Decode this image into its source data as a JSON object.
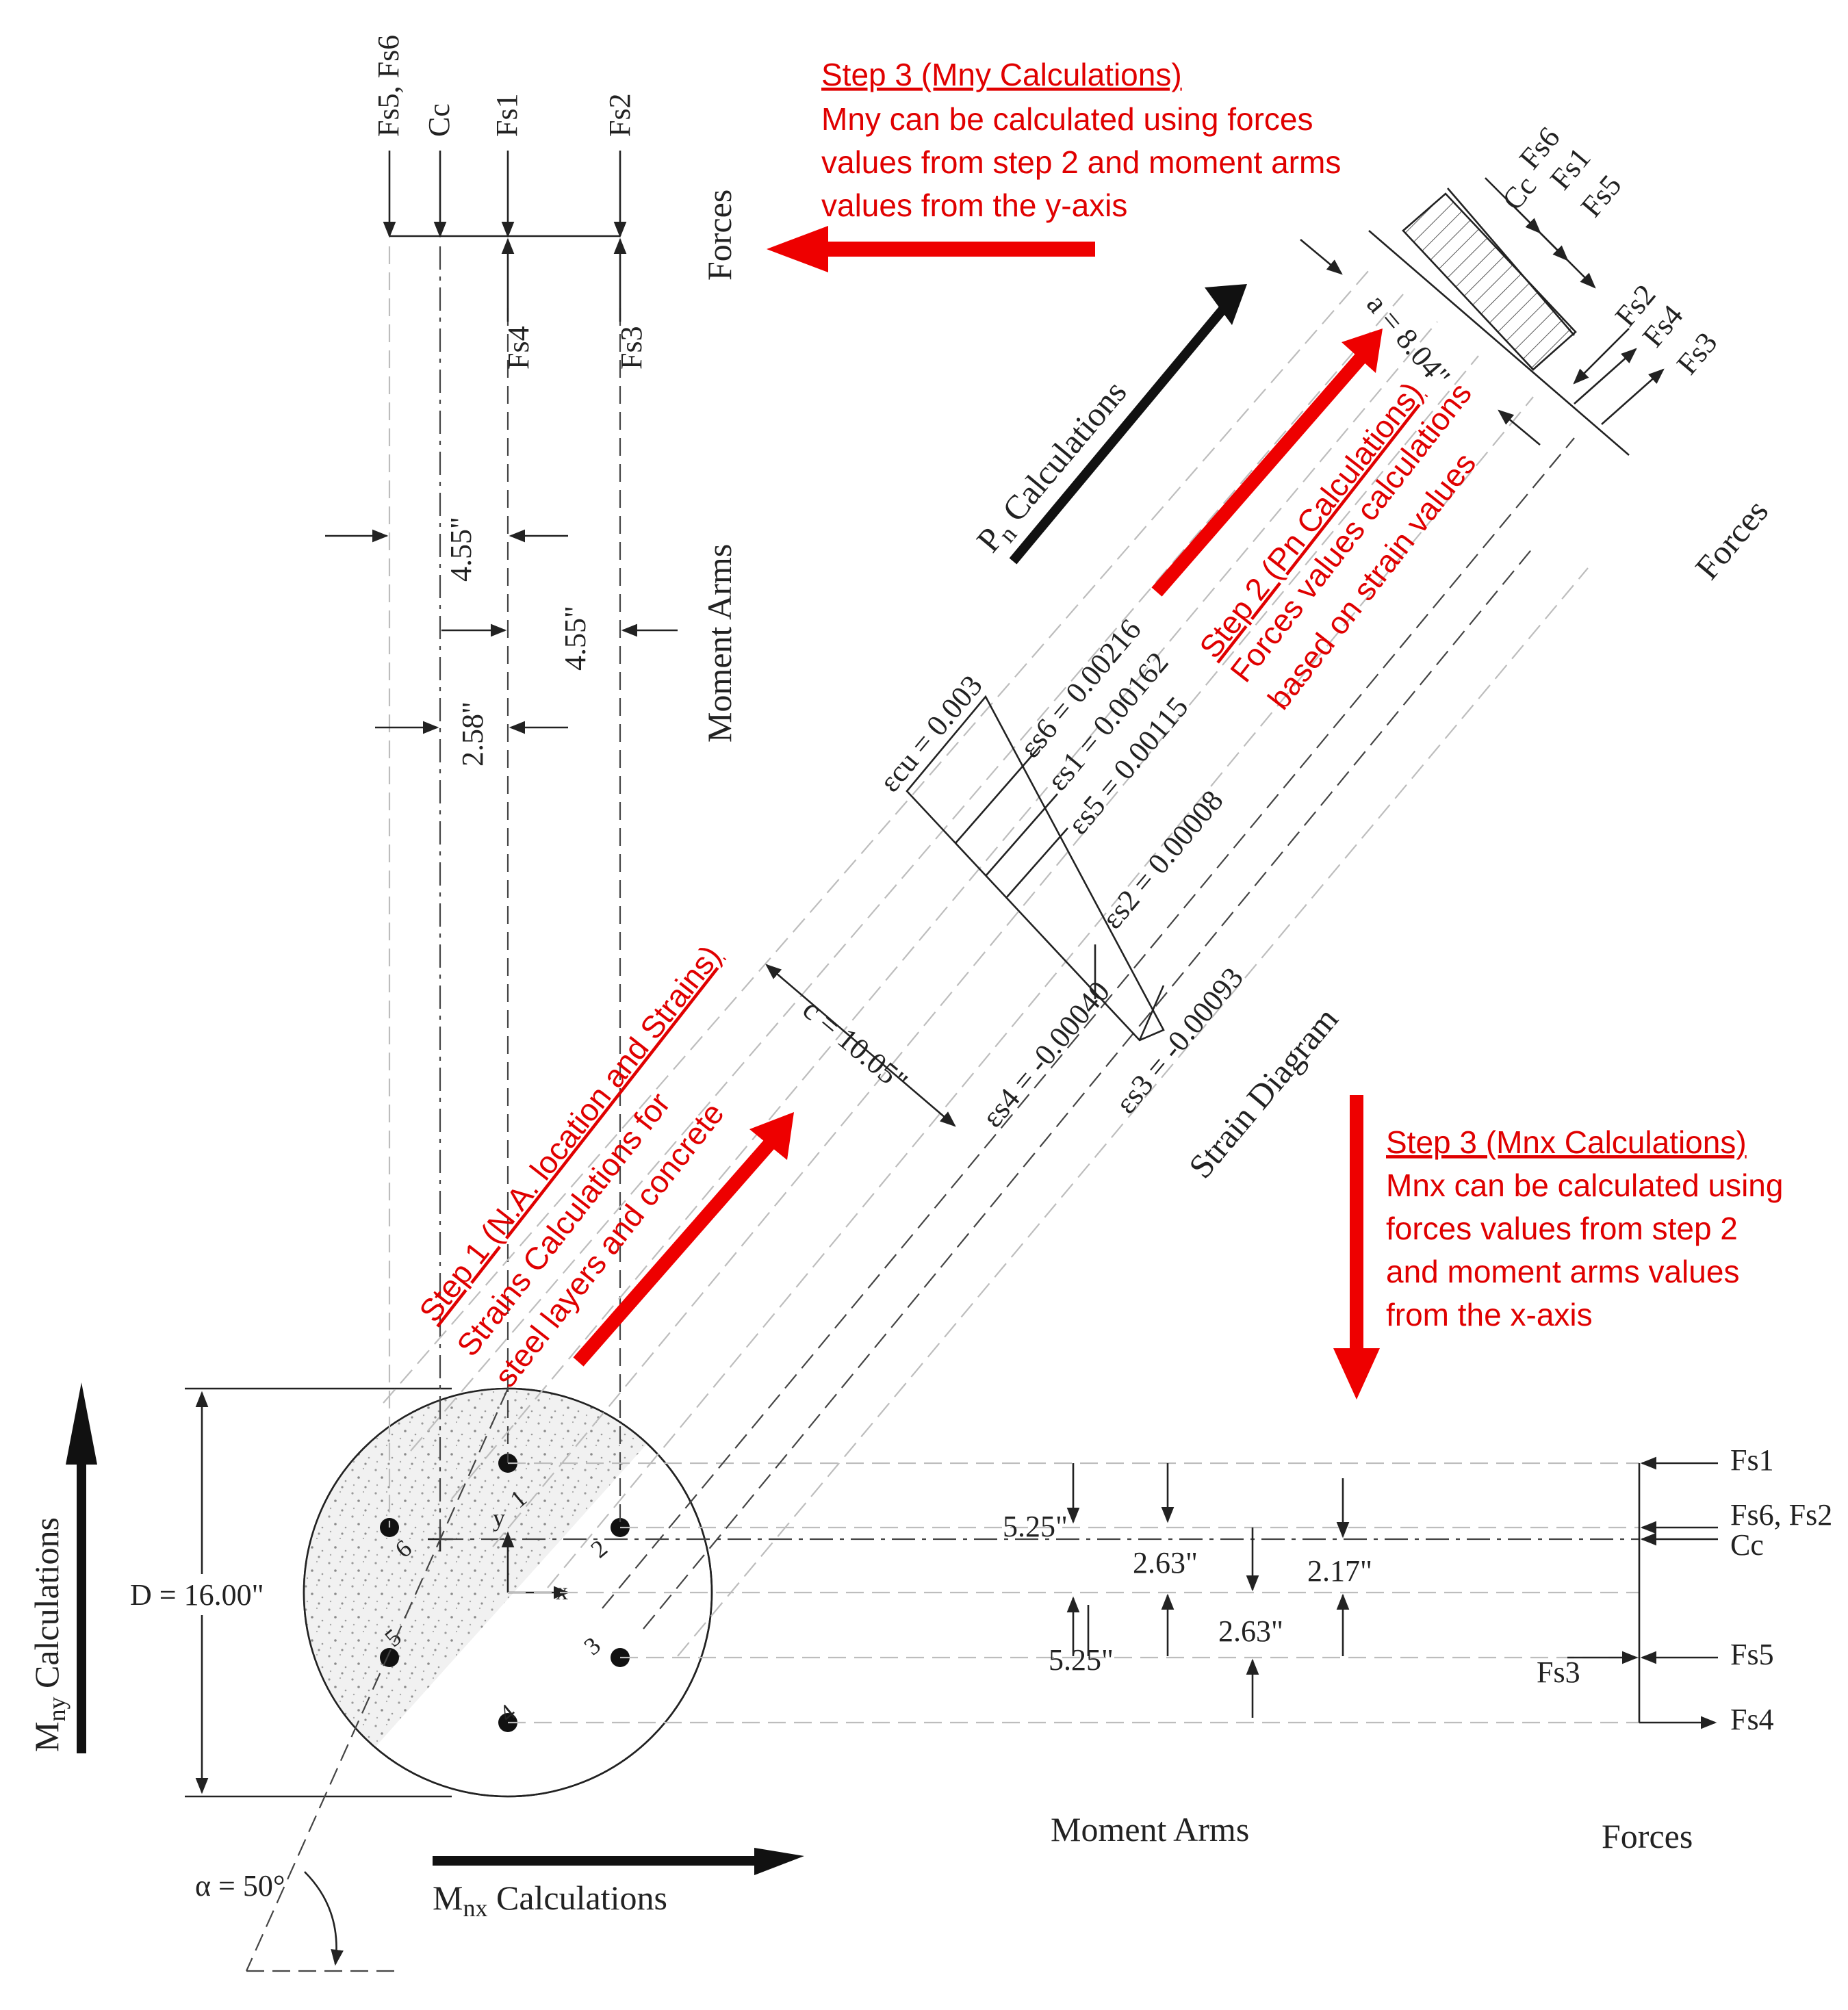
{
  "section": {
    "diameter_label": "D = 16.00\"",
    "alpha_label": "α = 50°",
    "bars": [
      "1",
      "2",
      "3",
      "4",
      "5",
      "6"
    ],
    "axis_x": "x",
    "axis_y": "y"
  },
  "titles": {
    "mny": "M",
    "mny_sub": "ny",
    "mny_rest": " Calculations",
    "mnx": "M",
    "mnx_sub": "nx",
    "mnx_rest": " Calculations",
    "pn": "P",
    "pn_sub": "n",
    "pn_rest": " Calculations",
    "strain": "Strain Diagram",
    "forces_top": "Forces",
    "forces_diag": "Forces",
    "forces_bottom": "Forces",
    "moment_arms_top": "Moment Arms",
    "moment_arms_bottom": "Moment Arms"
  },
  "dims_y": [
    "4.55\"",
    "4.55\"",
    "2.58\""
  ],
  "dims_x": [
    "5.25\"",
    "2.63\"",
    "2.17\"",
    "2.63\"",
    "5.25\""
  ],
  "diag_dims": {
    "c": "c = 10.05\"",
    "a": "a = 8.04\""
  },
  "strains": [
    "εcu = 0.003",
    "εs6 = 0.00216",
    "εs1 = 0.00162",
    "εs5 = 0.00115",
    "εs2 = 0.00008",
    "εs4 = -0.00040",
    "εs3 = -0.00093"
  ],
  "forces_labels_top": [
    "Fs5, Fs6",
    "Cc",
    "Fs1",
    "Fs2",
    "Fs4",
    "Fs3"
  ],
  "forces_labels_diag": [
    "Fs6",
    "Cc",
    "Fs1",
    "Fs5",
    "Fs2",
    "Fs4",
    "Fs3"
  ],
  "forces_labels_right": [
    "Fs1",
    "Fs6, Fs2",
    "Cc",
    "Fs5",
    "Fs3",
    "Fs4"
  ],
  "notes": {
    "step1": [
      "Step 1 (N.A. location and Strains)",
      "Strains Calculations for",
      "steel layers and concrete"
    ],
    "step2": [
      "Step 2 (Pn Calculations)",
      "Forces values calculations",
      "based on strain values"
    ],
    "step3_ny": [
      "Step 3 (Mny Calculations)",
      "Mny can be calculated using forces",
      "values from step 2 and moment arms",
      "values from the y-axis"
    ],
    "step3_nx": [
      "Step 3 (Mnx Calculations)",
      "Mnx can be calculated using",
      "forces values from step 2",
      "and moment arms values",
      "from the x-axis"
    ]
  },
  "colors": {
    "annotation": "#e00000",
    "line": "#222222",
    "dash_light": "#bdbdbd"
  }
}
